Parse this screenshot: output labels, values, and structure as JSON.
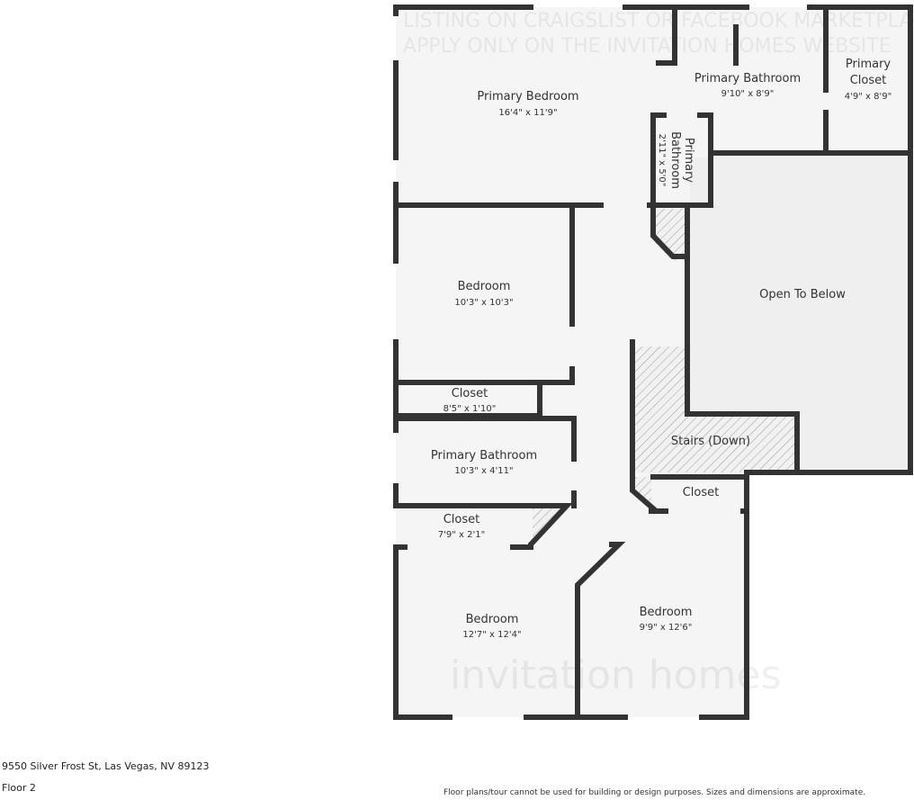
{
  "rooms": {
    "primary_bedroom": {
      "name": "Primary Bedroom",
      "dims": "16'4\" x 11'9\""
    },
    "primary_bathroom_top": {
      "name": "Primary Bathroom",
      "dims": "9'10\" x 8'9\""
    },
    "primary_closet": {
      "name_line1": "Primary",
      "name_line2": "Closet",
      "dims": "4'9\" x 8'9\""
    },
    "primary_bathroom_small": {
      "name_line1": "Primary",
      "name_line2": "Bathroom",
      "dims": "2'11\" x 5'0\""
    },
    "bedroom_a": {
      "name": "Bedroom",
      "dims": "10'3\" x 10'3\""
    },
    "open_to_below": {
      "name": "Open To Below"
    },
    "closet_a": {
      "name": "Closet",
      "dims": "8'5\" x 1'10\""
    },
    "stairs": {
      "name": "Stairs (Down)"
    },
    "primary_bathroom_mid": {
      "name": "Primary Bathroom",
      "dims": "10'3\" x 4'11\""
    },
    "closet_right": {
      "name": "Closet"
    },
    "closet_b": {
      "name": "Closet",
      "dims": "7'9\" x 2'1\""
    },
    "bedroom_b": {
      "name": "Bedroom",
      "dims": "12'7\" x 12'4\""
    },
    "bedroom_c": {
      "name": "Bedroom",
      "dims": "9'9\" x 12'6\""
    }
  },
  "watermark": {
    "line1": "LISTING ON CRAIGSLIST OR FACEBOOK MARKETPLACE",
    "line2": "APPLY ONLY ON THE INVITATION HOMES WEBSITE",
    "brand": "invitation homes"
  },
  "footer": {
    "address": "9550 Silver Frost St, Las Vegas, NV 89123",
    "floor": "Floor 2",
    "disclaimer": "Floor plans/tour cannot be used for building or design purposes. Sizes and dimensions are approximate."
  },
  "colors": {
    "wall": "#333333",
    "floor": "#f5f5f5",
    "open_area": "#eeeeee",
    "hatch": "#888888"
  }
}
